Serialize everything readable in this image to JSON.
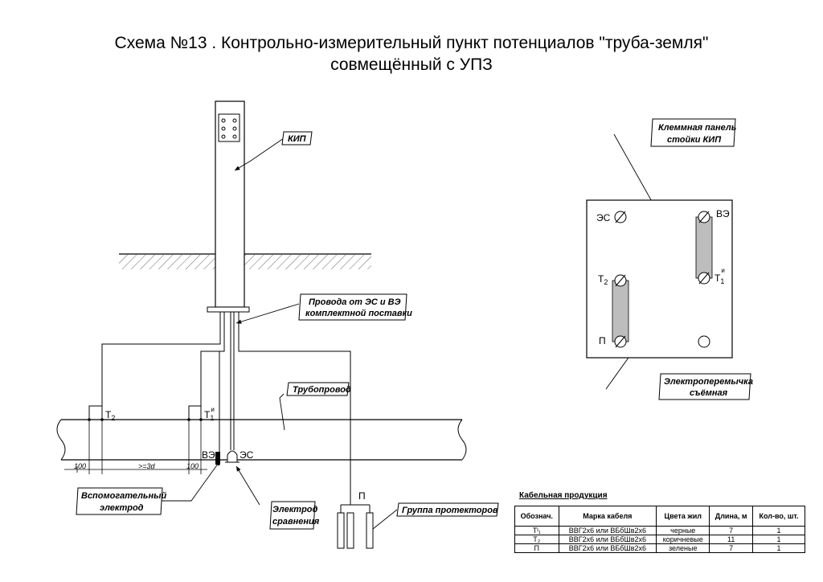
{
  "title": {
    "line1": "Схема №13 . Контрольно-измерительный пункт потенциалов \"труба-земля\"",
    "line2": "совмещённый с УПЗ"
  },
  "labels": {
    "kip": "КИП",
    "wires_line1": "Провода от ЭС и ВЭ",
    "wires_line2": "комплектной поставки",
    "pipeline": "Трубопровод",
    "aux_electrode_line1": "Вспомогательный",
    "aux_electrode_line2": "электрод",
    "ref_electrode_line1": "Электрод",
    "ref_electrode_line2": "сравнения",
    "protectors": "Группа протекторов",
    "terminal_panel_line1": "Клеммная панель",
    "terminal_panel_line2": "стойки КИП",
    "jumper_line1": "Электроперемычка",
    "jumper_line2": "съёмная"
  },
  "marks": {
    "t2": "T",
    "t2_sub": "2",
    "t1": "T",
    "t1_sub": "1",
    "t1_sup": "и",
    "ve": "ВЭ",
    "es": "ЭС",
    "p": "П",
    "dim_100_left": "100",
    "dim_3d": ">=3d",
    "dim_100_right": "100"
  },
  "panel": {
    "es": "ЭС",
    "ve": "ВЭ",
    "t2": "T",
    "t2_sub": "2",
    "t1": "T",
    "t1_sub": "1",
    "t1_sup": "и",
    "p": "П"
  },
  "cable_table": {
    "title": "Кабельная продукция",
    "headers": [
      "Обознач.",
      "Марка кабеля",
      "Цвета жил",
      "Длина, м",
      "Кол-во, шт."
    ],
    "rows": [
      [
        "Тᴵ₁",
        "ВВГ2х6 или ВБбШв2х6",
        "черные",
        "7",
        "1"
      ],
      [
        "Т₂",
        "ВВГ2х6 или ВБбШв2х6",
        "коричневые",
        "11",
        "1"
      ],
      [
        "П",
        "ВВГ2х6 или ВБбШв2х6",
        "зеленые",
        "7",
        "1"
      ]
    ]
  },
  "colors": {
    "line": "#000000",
    "jumper_fill": "#bdbdbd"
  }
}
